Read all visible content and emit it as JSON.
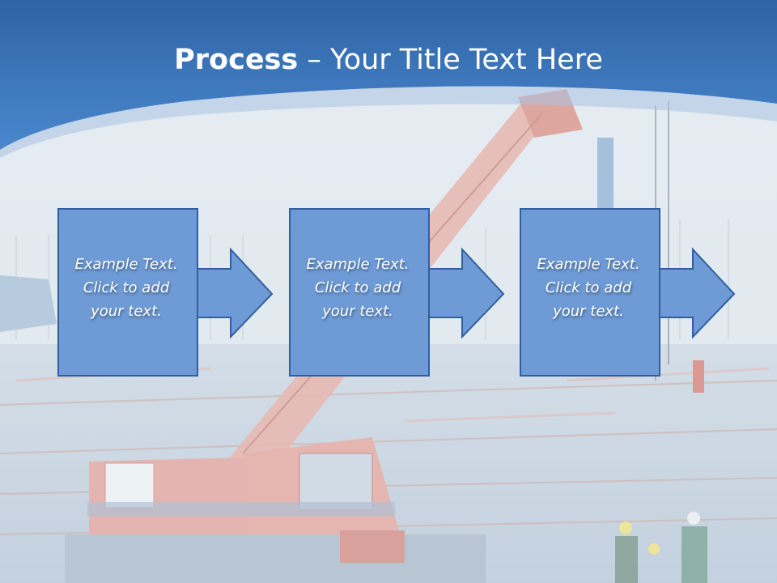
{
  "slide": {
    "title_bold": "Process",
    "title_rest": " – Your Title Text Here"
  },
  "steps": [
    {
      "lines": [
        "Example Text.",
        "Click  to add",
        "your text."
      ]
    },
    {
      "lines": [
        "Example Text.",
        "Click  to add",
        "your text."
      ]
    },
    {
      "lines": [
        "Example Text.",
        "Click  to add",
        "your text."
      ]
    }
  ],
  "colors": {
    "header_blue": "#3e7cc2",
    "box_fill": "#6e9bd6",
    "box_border": "#2f5f9e"
  },
  "background_scene": "construction-site-crane-photo"
}
